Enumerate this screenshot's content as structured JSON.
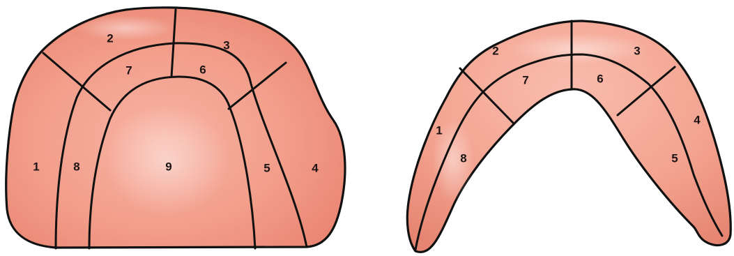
{
  "colors": {
    "gum_base": "#f4a08f",
    "gum_light": "#fbc2b4",
    "gum_dark": "#e57e6c",
    "outline": "#111111",
    "label": "#1c1414"
  },
  "upper_arch": {
    "regions": {
      "r1": "1",
      "r2": "2",
      "r3": "3",
      "r4": "4",
      "r5": "5",
      "r6": "6",
      "r7": "7",
      "r8": "8",
      "r9": "9"
    }
  },
  "lower_arch": {
    "regions": {
      "r1": "1",
      "r2": "2",
      "r3": "3",
      "r4": "4",
      "r5": "5",
      "r6": "6",
      "r7": "7",
      "r8": "8"
    }
  }
}
